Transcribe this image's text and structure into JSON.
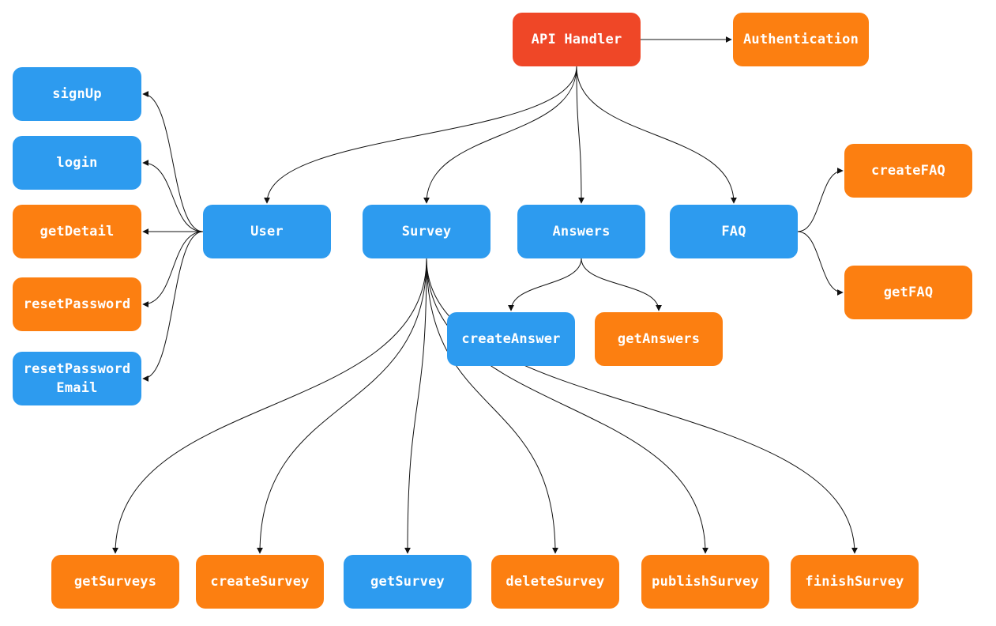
{
  "colors": {
    "red": "#EF4727",
    "blue": "#2D9BEF",
    "orange": "#FC7F11",
    "edge": "#111111"
  },
  "nodes": {
    "api": {
      "label": "API Handler",
      "color": "red"
    },
    "auth": {
      "label": "Authentication",
      "color": "orange"
    },
    "signup": {
      "label": "signUp",
      "color": "blue"
    },
    "login": {
      "label": "login",
      "color": "blue"
    },
    "getdetail": {
      "label": "getDetail",
      "color": "orange"
    },
    "resetpw": {
      "label": "resetPassword",
      "color": "orange"
    },
    "resetpwemail": {
      "label": "resetPassword\nEmail",
      "color": "blue"
    },
    "user": {
      "label": "User",
      "color": "blue"
    },
    "survey": {
      "label": "Survey",
      "color": "blue"
    },
    "answers": {
      "label": "Answers",
      "color": "blue"
    },
    "faq": {
      "label": "FAQ",
      "color": "blue"
    },
    "createfaq": {
      "label": "createFAQ",
      "color": "orange"
    },
    "getfaq": {
      "label": "getFAQ",
      "color": "orange"
    },
    "createanswer": {
      "label": "createAnswer",
      "color": "blue"
    },
    "getanswers": {
      "label": "getAnswers",
      "color": "orange"
    },
    "getsurveys": {
      "label": "getSurveys",
      "color": "orange"
    },
    "createsurvey": {
      "label": "createSurvey",
      "color": "orange"
    },
    "getsurvey": {
      "label": "getSurvey",
      "color": "blue"
    },
    "deletesurvey": {
      "label": "deleteSurvey",
      "color": "orange"
    },
    "publishsurvey": {
      "label": "publishSurvey",
      "color": "orange"
    },
    "finishsurvey": {
      "label": "finishSurvey",
      "color": "orange"
    }
  },
  "edges": [
    [
      "api",
      "auth"
    ],
    [
      "api",
      "user"
    ],
    [
      "api",
      "survey"
    ],
    [
      "api",
      "answers"
    ],
    [
      "api",
      "faq"
    ],
    [
      "user",
      "signup"
    ],
    [
      "user",
      "login"
    ],
    [
      "user",
      "getdetail"
    ],
    [
      "user",
      "resetpw"
    ],
    [
      "user",
      "resetpwemail"
    ],
    [
      "faq",
      "createfaq"
    ],
    [
      "faq",
      "getfaq"
    ],
    [
      "answers",
      "createanswer"
    ],
    [
      "answers",
      "getanswers"
    ],
    [
      "survey",
      "getsurveys"
    ],
    [
      "survey",
      "createsurvey"
    ],
    [
      "survey",
      "getsurvey"
    ],
    [
      "survey",
      "deletesurvey"
    ],
    [
      "survey",
      "publishsurvey"
    ],
    [
      "survey",
      "finishsurvey"
    ]
  ]
}
